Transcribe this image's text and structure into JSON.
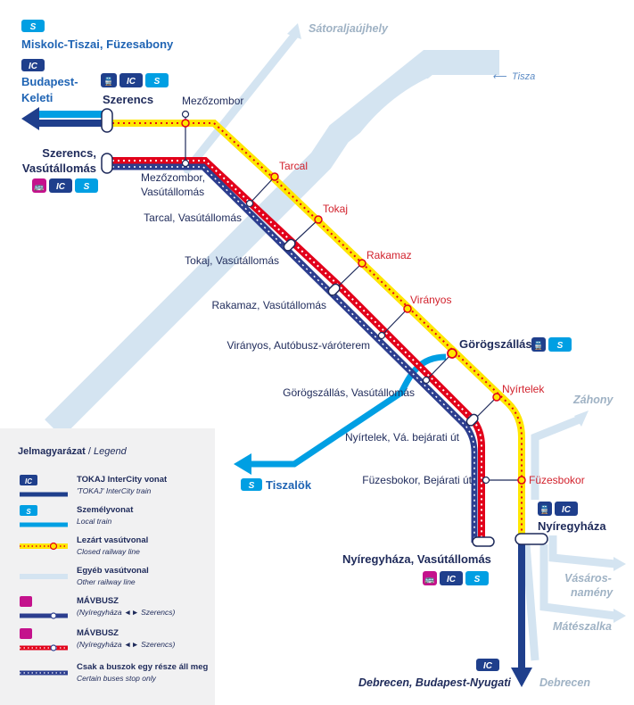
{
  "colors": {
    "intercity": "#1f3f8c",
    "local": "#009fe3",
    "closed_yellow": "#ffe600",
    "closed_red": "#e2001a",
    "other_line": "#d4e4f1",
    "bus": "#2c3e8f",
    "river": "#ffffff",
    "text_dark": "#1e2a5a",
    "text_red": "#d2222d",
    "text_grey": "#9fb2c4"
  },
  "destinations": {
    "miskolc": "Miskolc-Tiszai, Füzesabony",
    "budapest_keleti_1": "Budapest-",
    "budapest_keleti_2": "Keleti",
    "satoraljaujhely": "Sátoraljaújhely",
    "zahony": "Záhony",
    "vasarosnameny_1": "Vásáros-",
    "vasarosnameny_2": "namény",
    "mateszalka": "Mátészalka",
    "debrecen_budapest": "Debrecen, Budapest-Nyugati",
    "debrecen": "Debrecen",
    "tiszalok": "Tiszalök"
  },
  "river": {
    "name": "Tisza",
    "arrow": "⟵"
  },
  "stations": {
    "szerencs": "Szerencs",
    "szerencs_vasutallomas_1": "Szerencs,",
    "szerencs_vasutallomas_2": "Vasútállomás",
    "mezozombor": "Mezőzombor",
    "mezozombor_vasutallomas_1": "Mezőzombor,",
    "mezozombor_vasutallomas_2": "Vasútállomás",
    "tarcal": "Tarcal",
    "tarcal_vasutallomas": "Tarcal, Vasútállomás",
    "tokaj": "Tokaj",
    "tokaj_vasutallomas": "Tokaj, Vasútállomás",
    "rakamaz": "Rakamaz",
    "rakamaz_vasutallomas": "Rakamaz, Vasútállomás",
    "viranyos": "Virányos",
    "viranyos_autobusz": "Virányos, Autóbusz-váróterem",
    "gorogszallas": "Görögszállás",
    "gorogszallas_vasutallomas": "Görögszállás, Vasútállomás",
    "nyirtelek": "Nyírtelek",
    "nyirtelek_bejarati": "Nyírtelek, Vá. bejárati út",
    "fuzesbokor": "Füzesbokor",
    "fuzesbokor_bejarati": "Füzesbokor, Bejárati út",
    "nyiregyhaza": "Nyíregyháza",
    "nyiregyhaza_vasutallomas": "Nyíregyháza, Vasútállomás"
  },
  "badges": {
    "ic": "IC",
    "s": "S",
    "bus": "🚌",
    "train": "🚆"
  },
  "legend": {
    "title": "Jelmagyarázat",
    "title_sep": " / ",
    "title_en": "Legend",
    "items": [
      {
        "line1": "TOKAJ InterCity vonat",
        "line2": "'TOKAJ' InterCity train"
      },
      {
        "line1": "Személyvonat",
        "line2": "Local train"
      },
      {
        "line1": "Lezárt vasútvonal",
        "line2": "Closed railway line"
      },
      {
        "line1": "Egyéb vasútvonal",
        "line2": "Other railway line"
      },
      {
        "line1": "MÁVBUSZ",
        "line2": "(Nyíregyháza ◄► Szerencs)"
      },
      {
        "line1": "MÁVBUSZ",
        "line2": "(Nyíregyháza ◄► Szerencs)"
      },
      {
        "line1": "Csak a buszok egy része áll meg",
        "line2": "Certain buses stop only"
      }
    ]
  }
}
